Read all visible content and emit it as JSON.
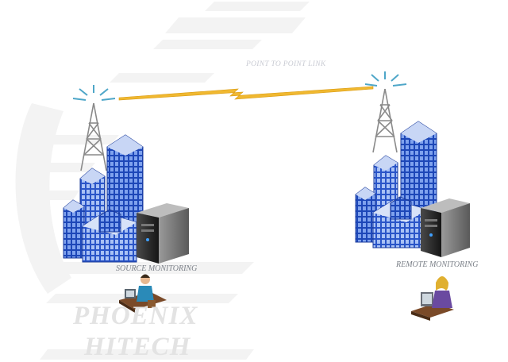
{
  "diagram": {
    "link_label": "POINT TO POINT LINK",
    "source_label": "SOURCE MONITORING",
    "remote_label": "REMOTE MONITORING",
    "watermark_line1": "PHOENIX",
    "watermark_line2": "HITECH"
  },
  "colors": {
    "building_face": "#2f5fd0",
    "building_window": "#8fb0f0",
    "lightning": "#f0b830",
    "tower": "#8a8a8a",
    "server": "#2b2b2b"
  },
  "icons": [
    "radio-tower-icon",
    "building-icon",
    "server-icon",
    "lightning-link-icon",
    "person-at-desk-icon"
  ]
}
